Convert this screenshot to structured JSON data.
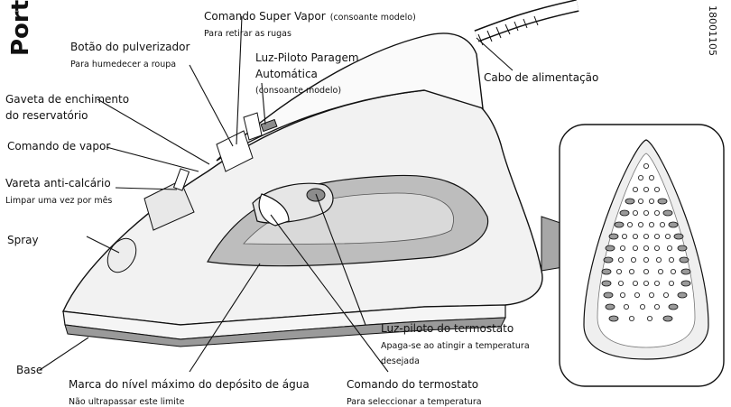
{
  "title": "Portu",
  "code": "18001105",
  "labels": {
    "super_vapor": {
      "title": "Comando Super Vapor",
      "note": "(consoante modelo)",
      "sub": "Para retirar as rugas"
    },
    "pulverizador": {
      "title": "Botão do pulverizador",
      "sub": "Para humedecer a roupa"
    },
    "luz_paragem": {
      "line1": "Luz-Piloto Paragem",
      "line2": "Automática",
      "line3": "(consoante modelo)"
    },
    "cabo": {
      "title": "Cabo de alimentação"
    },
    "gaveta": {
      "line1": "Gaveta de enchimento",
      "line2": "do reservatório"
    },
    "comando_vapor": {
      "title": "Comando de vapor"
    },
    "vareta": {
      "title": "Vareta anti-calcário",
      "sub": "Limpar uma vez por mês"
    },
    "spray": {
      "title": "Spray"
    },
    "base": {
      "title": "Base"
    },
    "marca_nivel": {
      "title": "Marca do nível máximo do depósito de água",
      "sub": "Não ultrapassar este limite"
    },
    "comando_termostato": {
      "title": "Comando do termostato",
      "sub": "Para seleccionar a temperatura"
    },
    "luz_termostato": {
      "title": "Luz-piloto do termostato",
      "sub1": "Apaga-se ao atingir a temperatura",
      "sub2": "desejada"
    }
  },
  "colors": {
    "line": "#111111",
    "body_grey": "#d9d9d9",
    "soleplate": "#9a9a9a",
    "accent_grey": "#a7a7a7"
  }
}
